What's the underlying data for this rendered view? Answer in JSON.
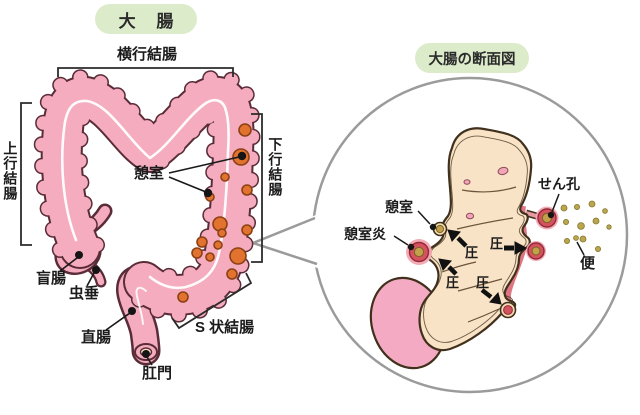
{
  "main_title": "大 腸",
  "colon_diagram": {
    "transverse": "横行結腸",
    "ascending": "上行結腸",
    "descending": "下行結腸",
    "diverticula": "憩室",
    "cecum": "盲腸",
    "appendix": "虫垂",
    "rectum": "直腸",
    "anus": "肛門",
    "sigmoid": "S 状結腸"
  },
  "cross_section": {
    "title": "大腸の断面図",
    "perforation": "せん孔",
    "diverticulum": "憩室",
    "diverticulitis": "憩室炎",
    "pressure": "圧",
    "stool": "便"
  },
  "colors": {
    "badge_green": "#dcecca",
    "colon_pink": "#f4acbe",
    "colon_outline": "#5a2c38",
    "diverticulum_orange": "#e2732f",
    "cross_section_cream": "#f9e3c6",
    "inflamed_red": "#d5525f",
    "inflamed_halo": "#f2a8b2",
    "fecal_tan": "#c2a14a",
    "stool_olive": "#b9a64d",
    "circle_gray": "#9b9b9b"
  }
}
